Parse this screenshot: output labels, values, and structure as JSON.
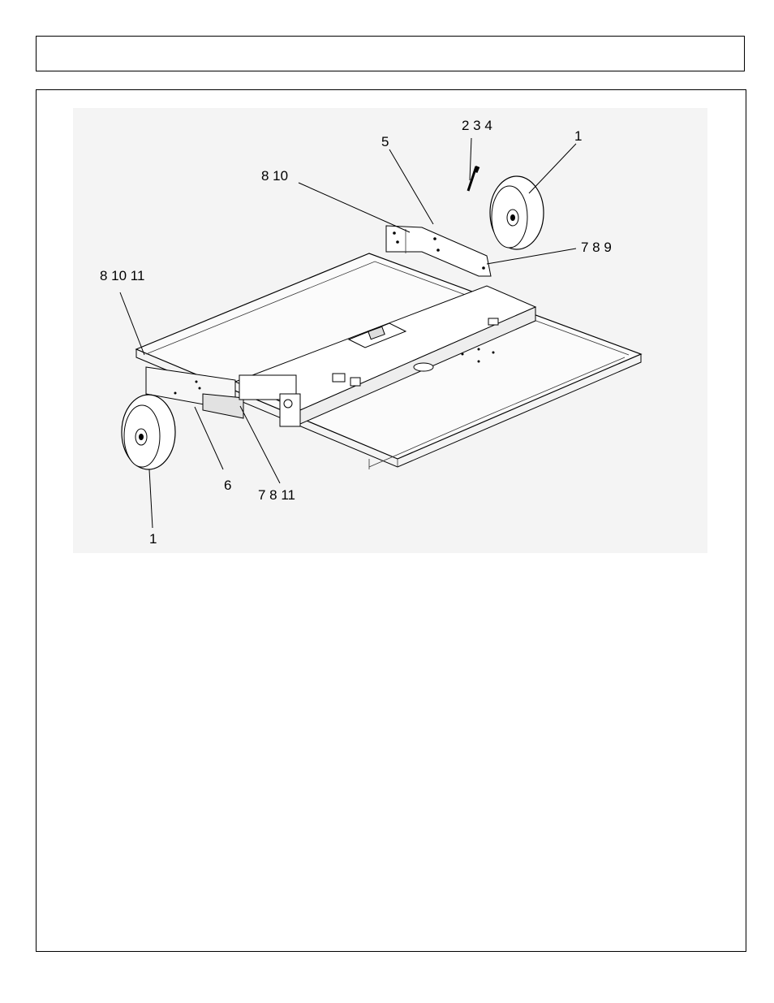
{
  "header": {
    "title": ""
  },
  "callouts": {
    "c_234": "2  3  4",
    "c_5": "5",
    "c_810_top": "8  10",
    "c_1_top": "1",
    "c_789": "7  8  9",
    "c_81011": "8   10   11",
    "c_6": "6",
    "c_7811": "7   8  11",
    "c_1_bottom": "1"
  }
}
